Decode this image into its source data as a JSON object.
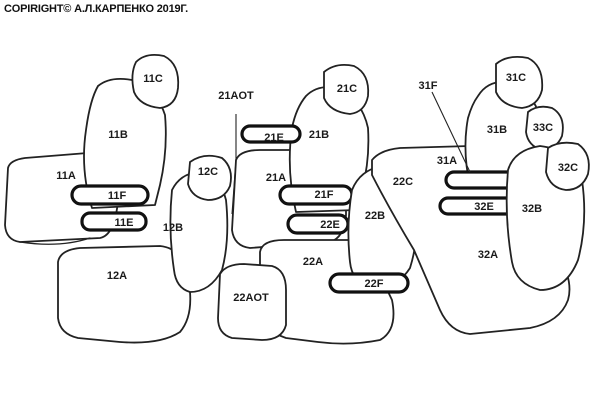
{
  "copyright": "COPIRIGHT© А.Л.КАРПЕНКО 2019Г.",
  "labels": {
    "l11C": "11C",
    "l11B": "11B",
    "l11A": "11A",
    "l11F": "11F",
    "l11E": "11E",
    "l12C": "12C",
    "l12B": "12B",
    "l12A": "12A",
    "l21AOT": "21AOT",
    "l21C": "21C",
    "l21E": "21E",
    "l21B": "21B",
    "l21A": "21A",
    "l21F": "21F",
    "l22E": "22E",
    "l22C": "22C",
    "l22B": "22B",
    "l22A": "22A",
    "l22F": "22F",
    "l22AOT": "22AOT",
    "l31F": "31F",
    "l31C": "31C",
    "l31B": "31B",
    "l33C": "33C",
    "l31A": "31A",
    "l32E": "32E",
    "l32C": "32C",
    "l32B": "32B",
    "l32A": "32A"
  },
  "colors": {
    "line": "#222222",
    "background": "#ffffff"
  }
}
